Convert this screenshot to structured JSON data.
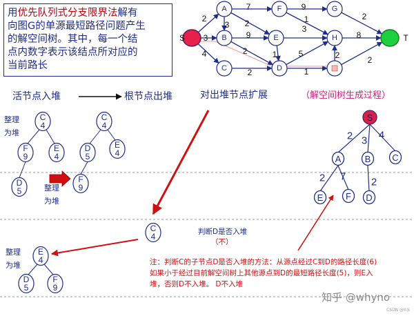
{
  "problem_text": {
    "prefix": "用",
    "highlight": "优先队列式分支限界法",
    "line1_rest": "解有",
    "line2": "向图G的单源最短路径问题产生",
    "line3": "的解空间树。其中，每一个结",
    "line4": "点内数字表示该结点所对应的",
    "line5": "当前路长"
  },
  "graph": {
    "source": "S",
    "target": "T",
    "nodes": [
      {
        "id": "A"
      },
      {
        "id": "F"
      },
      {
        "id": "G"
      },
      {
        "id": "B"
      },
      {
        "id": "E"
      },
      {
        "id": "H"
      },
      {
        "id": "C"
      },
      {
        "id": "D"
      },
      {
        "id": "I"
      }
    ],
    "edges": [
      {
        "from": "S",
        "to": "A",
        "w": "2"
      },
      {
        "from": "S",
        "to": "B",
        "w": "3"
      },
      {
        "from": "S",
        "to": "C",
        "w": "4"
      },
      {
        "from": "A",
        "to": "F",
        "w": "7"
      },
      {
        "from": "A",
        "to": "B",
        "w": "3"
      },
      {
        "from": "A",
        "to": "E",
        "w": "2"
      },
      {
        "from": "F",
        "to": "G",
        "w": "9"
      },
      {
        "from": "F",
        "to": "H",
        "w": "1"
      },
      {
        "from": "G",
        "to": "T",
        "w": "2"
      },
      {
        "from": "B",
        "to": "E",
        "w": "9"
      },
      {
        "from": "B",
        "to": "D",
        "w": "2"
      },
      {
        "from": "E",
        "to": "H",
        "w": "3"
      },
      {
        "from": "E",
        "to": "D",
        "w": "1"
      },
      {
        "from": "H",
        "to": "T",
        "w": "8"
      },
      {
        "from": "C",
        "to": "D",
        "w": "2"
      },
      {
        "from": "D",
        "to": "H",
        "w": "5"
      },
      {
        "from": "D",
        "to": "I",
        "w": "1"
      },
      {
        "from": "I",
        "to": "H",
        "w": "2"
      },
      {
        "from": "I",
        "to": "T",
        "w": "2"
      }
    ]
  },
  "labels": {
    "enqueue": "活节点入堆",
    "dequeue": "根节点出堆",
    "expand": "对出堆节点扩展",
    "tree_caption": "（解空间树生成过程）",
    "arrange1_a": "整理",
    "arrange1_b": "为堆",
    "arrange2_a": "整理",
    "arrange2_b": "为堆",
    "arrange3_a": "整理",
    "arrange3_b": "为堆",
    "judge": "判断D是否入堆",
    "not": "（不）"
  },
  "note": {
    "line1": "注：判断C的子节点D是否入堆的方法：从源点经过C到D的路径长度(6)",
    "line2": "如果小于经过目前解空间树上其他源点到D的最短路径长度(5)，则E入",
    "line3": "堆，否则D不入堆。 D不入堆"
  },
  "heaps": {
    "h1": {
      "root": {
        "n": "C",
        "v": "4"
      },
      "left": {
        "n": "F",
        "v": "9"
      },
      "right": {
        "n": "E",
        "v": "4"
      },
      "ll": {
        "n": "D",
        "v": "5"
      }
    },
    "h2": {
      "root": {
        "n": "C",
        "v": "4"
      },
      "left": {
        "n": "D",
        "v": "5"
      },
      "right": {
        "n": "E",
        "v": "4"
      },
      "ll": {
        "n": "F",
        "v": "9"
      }
    },
    "h3": {
      "root": {
        "n": "C",
        "v": "4"
      }
    },
    "h4": {
      "root": {
        "n": "E",
        "v": "4"
      },
      "left": {
        "n": "D",
        "v": "5"
      },
      "right": {
        "n": "F",
        "v": "9"
      }
    }
  },
  "tree": {
    "root": "S",
    "level1": [
      {
        "n": "A",
        "w": "2"
      },
      {
        "n": "B",
        "w": "3"
      },
      {
        "n": "C",
        "w": "4"
      }
    ],
    "a_children": [
      {
        "n": "E",
        "w": "2"
      },
      {
        "n": "F",
        "w": "7"
      }
    ],
    "b_children": [
      {
        "n": "D",
        "w": "2"
      }
    ]
  },
  "watermark": "知乎 @whyno",
  "watermark_small": "CSDN @Y-S"
}
